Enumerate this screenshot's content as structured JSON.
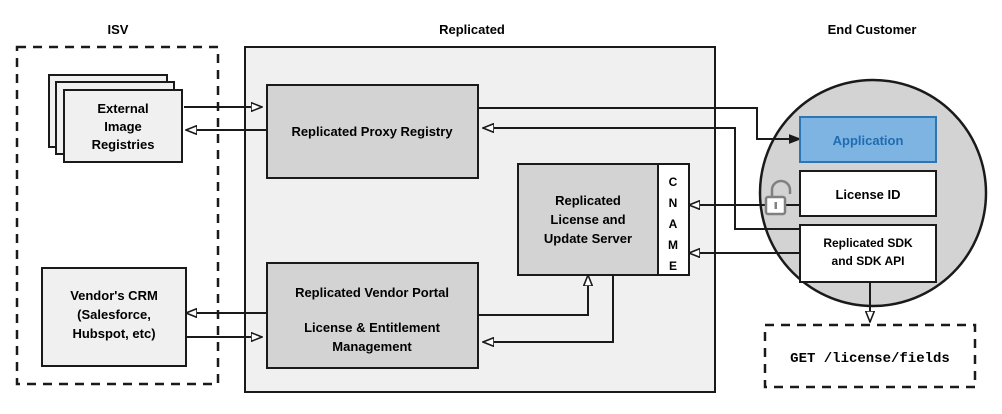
{
  "zones": {
    "isv": {
      "title": "ISV",
      "style": "dashed"
    },
    "replicated": {
      "title": "Replicated",
      "style": "solid-filled"
    },
    "end_customer": {
      "title": "End Customer",
      "style": "circle"
    }
  },
  "boxes": {
    "external_registries": {
      "lines": [
        "External",
        "Image",
        "Registries"
      ],
      "fill": "#f0f0f0",
      "stacked": 3
    },
    "vendor_crm": {
      "lines": [
        "Vendor's CRM",
        "(Salesforce,",
        "Hubspot, etc)"
      ],
      "fill": "#f0f0f0"
    },
    "proxy_registry": {
      "lines": [
        "Replicated Proxy Registry"
      ],
      "fill": "#d3d3d3"
    },
    "license_update_server": {
      "lines": [
        "Replicated",
        "License and",
        "Update Server"
      ],
      "fill": "#d3d3d3"
    },
    "cname": {
      "letters": [
        "C",
        "N",
        "A",
        "M",
        "E"
      ],
      "fill": "#ffffff"
    },
    "vendor_portal": {
      "lines": [
        "Replicated Vendor Portal",
        "",
        "License & Entitlement",
        "Management"
      ],
      "fill": "#d3d3d3"
    },
    "application": {
      "lines": [
        "Application"
      ],
      "fill": "#7EB4E2",
      "text_color": "#1F6CB0"
    },
    "license_id": {
      "lines": [
        "License ID"
      ],
      "fill": "#ffffff"
    },
    "replicated_sdk": {
      "lines": [
        "Replicated SDK",
        "and SDK API"
      ],
      "fill": "#ffffff"
    },
    "api_request": {
      "lines": [
        "GET /license/fields"
      ],
      "fill": "none",
      "style": "dashed",
      "font": "monospace"
    }
  },
  "icons": {
    "padlock": {
      "name": "unlocked-padlock-icon",
      "color": "#808080",
      "state": "unlocked"
    }
  },
  "colors": {
    "zone_fill": "#f0f0f0",
    "box_fill": "#d3d3d3",
    "circle_fill": "#d3d3d3",
    "accent_blue": "#7EB4E2",
    "accent_blue_text": "#1F6CB0",
    "stroke": "#1a1a1a",
    "icon_gray": "#808080"
  },
  "connections": [
    {
      "from": "external_registries",
      "to": "proxy_registry",
      "direction": "right"
    },
    {
      "from": "proxy_registry",
      "to": "external_registries",
      "direction": "left"
    },
    {
      "from": "proxy_registry",
      "to": "application",
      "direction": "right"
    },
    {
      "from": "application",
      "to": "proxy_registry",
      "direction": "left"
    },
    {
      "from": "license_id",
      "to": "cname",
      "direction": "left"
    },
    {
      "from": "replicated_sdk",
      "to": "cname",
      "direction": "left"
    },
    {
      "from": "vendor_crm",
      "to": "vendor_portal",
      "direction": "right"
    },
    {
      "from": "vendor_portal",
      "to": "vendor_crm",
      "direction": "left"
    },
    {
      "from": "vendor_portal",
      "to": "license_update_server",
      "direction": "up"
    },
    {
      "from": "license_update_server",
      "to": "vendor_portal",
      "direction": "left"
    },
    {
      "from": "replicated_sdk",
      "to": "api_request",
      "direction": "down"
    }
  ]
}
